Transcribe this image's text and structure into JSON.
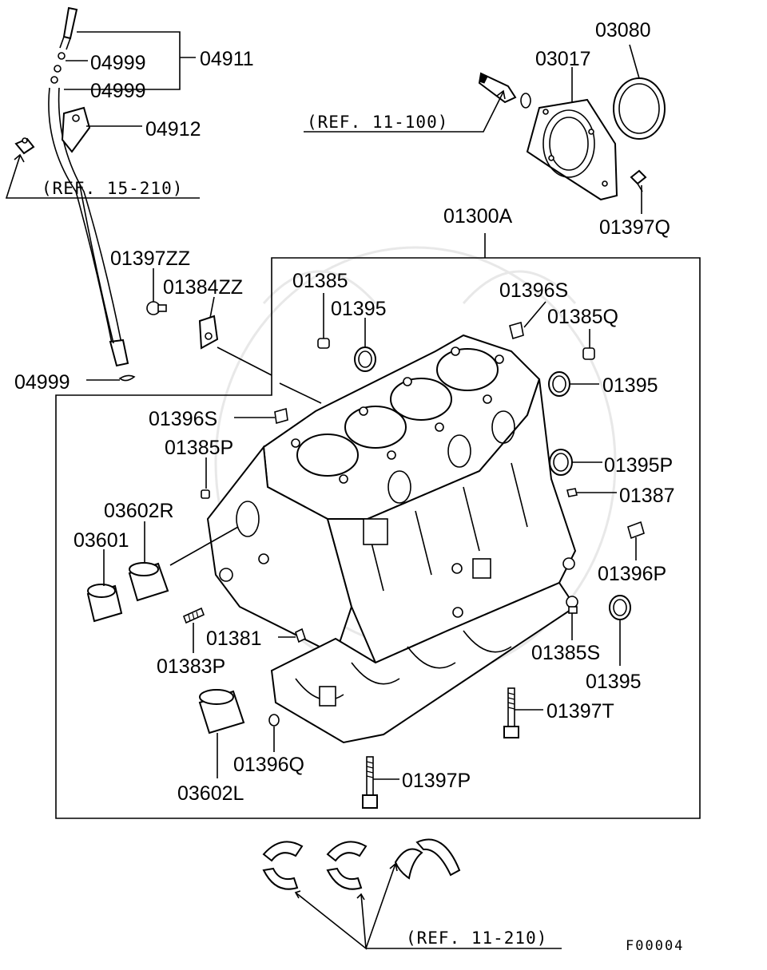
{
  "labels": {
    "p04911": "04911",
    "p04999a": "04999",
    "p04999b": "04999",
    "p04912": "04912",
    "p04999c": "04999",
    "p03017": "03017",
    "p03080": "03080",
    "p01397q": "01397Q",
    "p01300a": "01300A",
    "p01397zz": "01397ZZ",
    "p01384zz": "01384ZZ",
    "p01385": "01385",
    "p01395a": "01395",
    "p01396s_top": "01396S",
    "p01385q": "01385Q",
    "p01395b": "01395",
    "p01396s": "01396S",
    "p01385p": "01385P",
    "p01395p": "01395P",
    "p01387": "01387",
    "p03602r": "03602R",
    "p03601": "03601",
    "p01396p": "01396P",
    "p01385s": "01385S",
    "p01381": "01381",
    "p01383p": "01383P",
    "p01395c": "01395",
    "p01397t": "01397T",
    "p01396q": "01396Q",
    "p03602l": "03602L",
    "p01397p": "01397P"
  },
  "refs": {
    "ref_15_210": "(REF. 15-210)",
    "ref_11_100": "(REF. 11-100)",
    "ref_11_210": "(REF. 11-210)"
  },
  "figure_code": "F00004"
}
